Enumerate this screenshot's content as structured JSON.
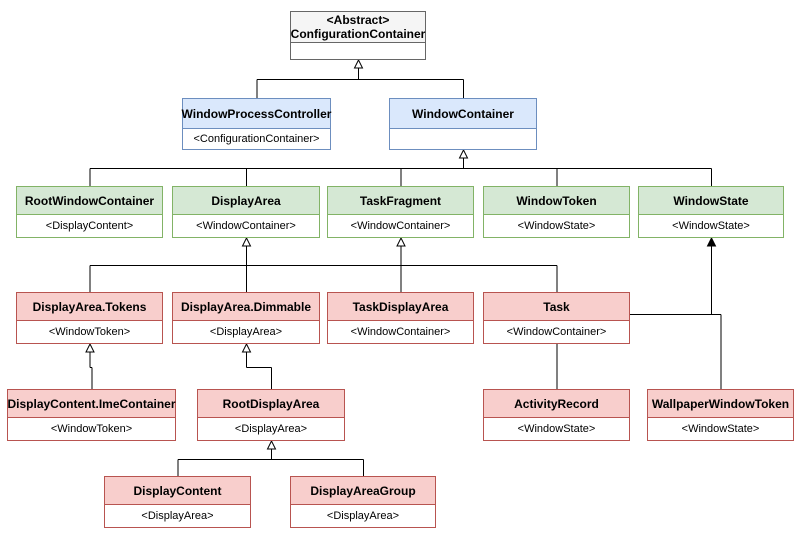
{
  "nodes": {
    "configurationcontainer": {
      "stereotype": "<Abstract>",
      "title": "ConfigurationContainer",
      "sub": ""
    },
    "windowprocesscontroller": {
      "title": "WindowProcessController",
      "sub": "<ConfigurationContainer>"
    },
    "windowcontainer": {
      "title": "WindowContainer",
      "sub": ""
    },
    "rootwindowcontainer": {
      "title": "RootWindowContainer",
      "sub": "<DisplayContent>"
    },
    "displayarea": {
      "title": "DisplayArea",
      "sub": "<WindowContainer>"
    },
    "taskfragment": {
      "title": "TaskFragment",
      "sub": "<WindowContainer>"
    },
    "windowtoken": {
      "title": "WindowToken",
      "sub": "<WindowState>"
    },
    "windowstate": {
      "title": "WindowState",
      "sub": "<WindowState>"
    },
    "displayarea-tokens": {
      "title": "DisplayArea.Tokens",
      "sub": "<WindowToken>"
    },
    "displayarea-dimmable": {
      "title": "DisplayArea.Dimmable",
      "sub": "<DisplayArea>"
    },
    "taskdisplayarea": {
      "title": "TaskDisplayArea",
      "sub": "<WindowContainer>"
    },
    "task": {
      "title": "Task",
      "sub": "<WindowContainer>"
    },
    "displaycontent-imecontainer": {
      "title": "DisplayContent.ImeContainer",
      "sub": "<WindowToken>"
    },
    "rootdisplayarea": {
      "title": "RootDisplayArea",
      "sub": "<DisplayArea>"
    },
    "activityrecord": {
      "title": "ActivityRecord",
      "sub": "<WindowState>"
    },
    "wallpaperwindowtoken": {
      "title": "WallpaperWindowToken",
      "sub": "<WindowState>"
    },
    "displaycontent": {
      "title": "DisplayContent",
      "sub": "<DisplayArea>"
    },
    "displayareagroup": {
      "title": "DisplayAreaGroup",
      "sub": "<DisplayArea>"
    }
  },
  "colors": {
    "gray_fill": "#f5f5f5",
    "gray_stroke": "#666666",
    "blue_fill": "#dae8fc",
    "blue_stroke": "#6c8ebf",
    "green_fill": "#d5e8d4",
    "green_stroke": "#82b366",
    "red_fill": "#f8cecc",
    "red_stroke": "#b85450",
    "edge": "#000000"
  },
  "edges": [
    {
      "type": "inherit",
      "from": [
        "windowprocesscontroller",
        "windowcontainer"
      ],
      "to": "configurationcontainer"
    },
    {
      "type": "inherit",
      "from": [
        "rootwindowcontainer",
        "displayarea",
        "taskfragment",
        "windowtoken",
        "windowstate"
      ],
      "to": "windowcontainer"
    },
    {
      "type": "inherit",
      "from": [
        "displayarea-tokens",
        "displayarea-dimmable",
        "taskdisplayarea"
      ],
      "to": "displayarea"
    },
    {
      "type": "inherit",
      "from": [
        "task"
      ],
      "to": "taskfragment"
    },
    {
      "type": "inherit",
      "from": [
        "displaycontent-imecontainer"
      ],
      "to": "displayarea-tokens"
    },
    {
      "type": "inherit",
      "from": [
        "rootdisplayarea"
      ],
      "to": "displayarea-dimmable"
    },
    {
      "type": "inherit",
      "from": [
        "displaycontent",
        "displayareagroup"
      ],
      "to": "rootdisplayarea"
    },
    {
      "type": "association",
      "from": [
        "activityrecord",
        "wallpaperwindowtoken"
      ],
      "to": "windowstate"
    }
  ]
}
